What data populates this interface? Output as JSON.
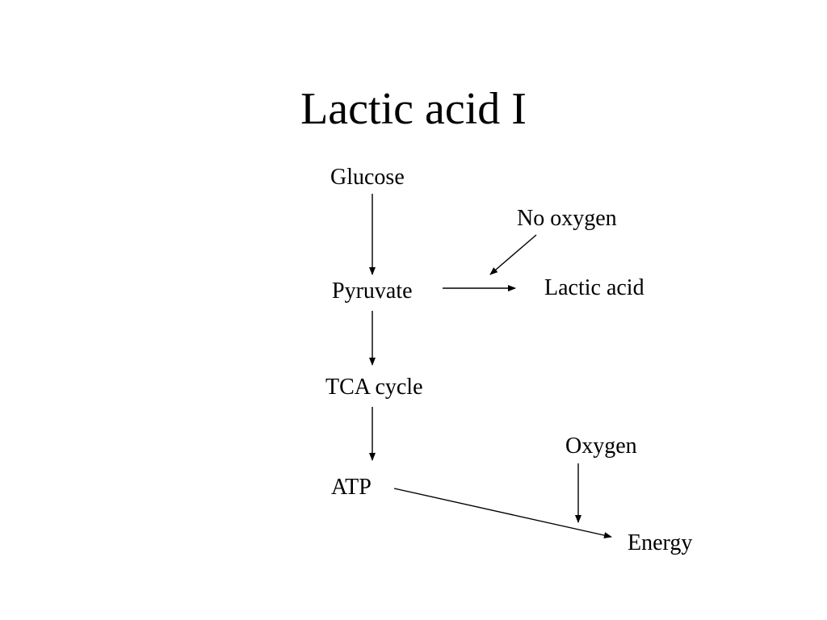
{
  "slide": {
    "title": "Lactic acid I"
  },
  "diagram": {
    "nodes": {
      "glucose": "Glucose",
      "no_oxygen": "No oxygen",
      "pyruvate": "Pyruvate",
      "lactic_acid": "Lactic acid",
      "tca_cycle": "TCA cycle",
      "oxygen": "Oxygen",
      "atp": "ATP",
      "energy": "Energy"
    },
    "edges": [
      {
        "from": "glucose",
        "to": "pyruvate"
      },
      {
        "from": "pyruvate",
        "to": "lactic_acid"
      },
      {
        "from": "no_oxygen",
        "to": "pyruvate-lactic_acid"
      },
      {
        "from": "pyruvate",
        "to": "tca_cycle"
      },
      {
        "from": "tca_cycle",
        "to": "atp"
      },
      {
        "from": "atp",
        "to": "energy"
      },
      {
        "from": "oxygen",
        "to": "atp-energy"
      }
    ],
    "line_color": "#000000"
  }
}
